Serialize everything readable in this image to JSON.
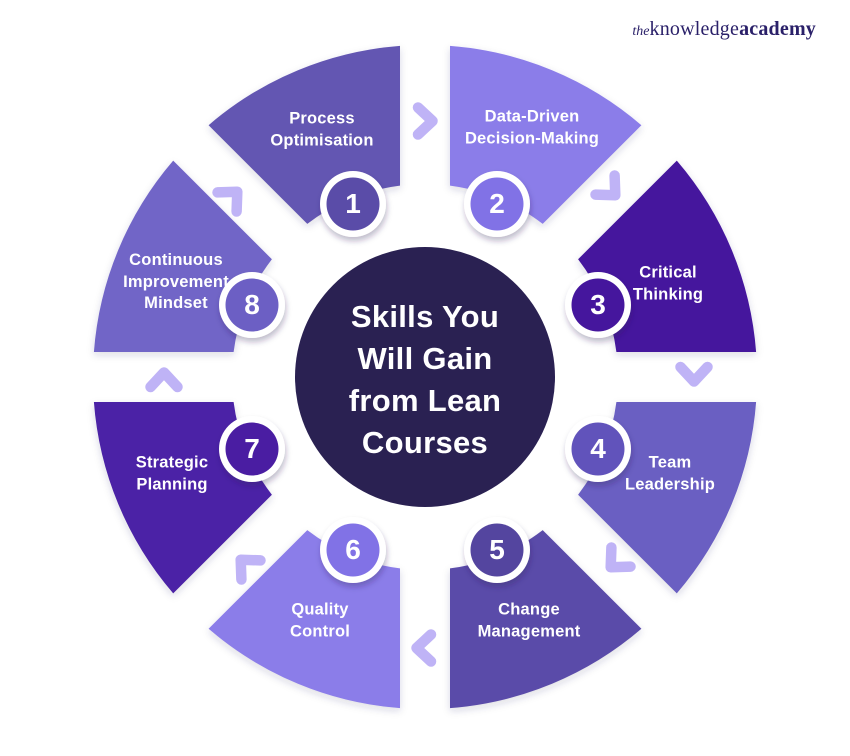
{
  "logo": {
    "part_the": "the",
    "part_knowledge": "knowledge",
    "part_academy": "academy",
    "color": "#2A2069"
  },
  "title": {
    "text": "Skills You Will Gain from Lean Courses",
    "lines": [
      "Skills You",
      "Will Gain",
      "from Lean",
      "Courses"
    ]
  },
  "colors": {
    "background": "#FFFFFF",
    "center_circle": "#2A2152",
    "arrow": "#BFB3F6",
    "title_text": "#FFFFFF",
    "label_text": "#FFFFFF"
  },
  "segments": [
    {
      "number": "1",
      "label": "Process Optimisation",
      "lines": [
        "Process",
        "Optimisation"
      ],
      "color": "#6357B2",
      "badge_color": "#5A4CA8"
    },
    {
      "number": "2",
      "label": "Data-Driven Decision-Making",
      "lines": [
        "Data-Driven",
        "Decision-Making"
      ],
      "color": "#8B7DE9",
      "badge_color": "#8172E6"
    },
    {
      "number": "3",
      "label": "Critical Thinking",
      "lines": [
        "Critical",
        "Thinking"
      ],
      "color": "#45169D",
      "badge_color": "#45169D"
    },
    {
      "number": "4",
      "label": "Team Leadership",
      "lines": [
        "Team",
        "Leadership"
      ],
      "color": "#6A5EC2",
      "badge_color": "#6153BB"
    },
    {
      "number": "5",
      "label": "Change Management",
      "lines": [
        "Change",
        "Management"
      ],
      "color": "#5A4BA9",
      "badge_color": "#54459F"
    },
    {
      "number": "6",
      "label": "Quality Control",
      "lines": [
        "Quality",
        "Control"
      ],
      "color": "#8B7DE9",
      "badge_color": "#8172E6"
    },
    {
      "number": "7",
      "label": "Strategic Planning",
      "lines": [
        "Strategic",
        "Planning"
      ],
      "color": "#4B21A6",
      "badge_color": "#4A1DA2"
    },
    {
      "number": "8",
      "label": "Continuous Improvement Mindset",
      "lines": [
        "Continuous",
        "Improvement",
        "Mindset"
      ],
      "color": "#7165C7",
      "badge_color": "#6C5FC4"
    }
  ]
}
